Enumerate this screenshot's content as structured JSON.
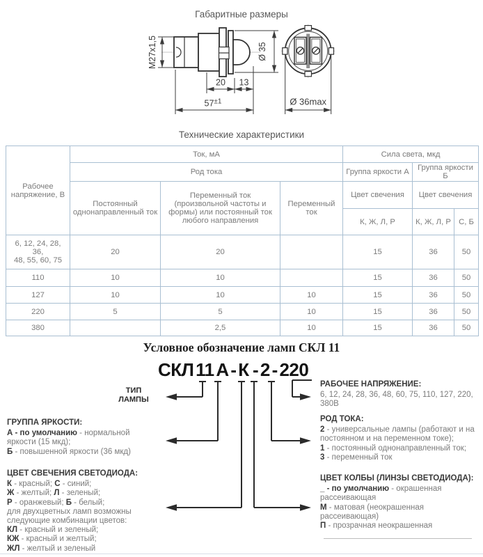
{
  "headings": {
    "dimensions": "Габаритные размеры",
    "specs": "Технические характеристики",
    "designation": "Условное обозначение ламп СКЛ 11"
  },
  "drawing": {
    "thread": "М27х1,5",
    "dia35": "Ø 35",
    "dim20": "20",
    "dim13": "13",
    "dim57": "57",
    "dim57_tol": "±1",
    "dia36": "Ø 36max"
  },
  "table": {
    "col_voltage": "Рабочее напряжение, В",
    "grp_current": "Ток, мА",
    "grp_intensity": "Сила света, мкд",
    "rod_toka": "Род тока",
    "grp_a": "Группа яркости А",
    "grp_b": "Группа яркости Б",
    "dc": "Постоянный однонаправленный ток",
    "ac_any": "Переменный ток (произвольной частоты и формы) или постоянный ток любого направления",
    "ac": "Переменный ток",
    "color_a": "Цвет свечения",
    "color_b": "Цвет свечения",
    "colors_kjlr_a": "К, Ж, Л, Р",
    "colors_kjlr_b": "К, Ж, Л, Р",
    "colors_sb": "С, Б",
    "rows": [
      [
        "6, 12, 24, 28,\n36,\n48, 55, 60, 75",
        "20",
        "20",
        "",
        "15",
        "36",
        "50"
      ],
      [
        "110",
        "10",
        "10",
        "",
        "15",
        "36",
        "50"
      ],
      [
        "127",
        "10",
        "10",
        "10",
        "15",
        "36",
        "50"
      ],
      [
        "220",
        "5",
        "5",
        "10",
        "15",
        "36",
        "50"
      ],
      [
        "380",
        "",
        "2,5",
        "10",
        "15",
        "36",
        "50"
      ]
    ]
  },
  "designation": {
    "code": "СКЛ 11 А - К  - 2 - 220",
    "type_label": "ТИП\nЛАМПЫ"
  },
  "legend_left": [
    {
      "heading": "ГРУППА ЯРКОСТИ:",
      "lines": [
        [
          {
            "t": "А - по умолчанию",
            "b": true
          },
          {
            "t": " - нормальной",
            "b": false
          }
        ],
        [
          {
            "t": "яркости (15 мкд);",
            "b": false
          }
        ],
        [
          {
            "t": "Б",
            "b": true
          },
          {
            "t": " - повышенной яркости (36 мкд)",
            "b": false
          }
        ]
      ]
    },
    {
      "heading": "ЦВЕТ СВЕЧЕНИЯ СВЕТОДИОДА:",
      "lines": [
        [
          {
            "t": "К",
            "b": true
          },
          {
            "t": " - красный; ",
            "b": false
          },
          {
            "t": "С",
            "b": true
          },
          {
            "t": " - синий;",
            "b": false
          }
        ],
        [
          {
            "t": "Ж",
            "b": true
          },
          {
            "t": " - желтый; ",
            "b": false
          },
          {
            "t": "Л",
            "b": true
          },
          {
            "t": " - зеленый;",
            "b": false
          }
        ],
        [
          {
            "t": "Р",
            "b": true
          },
          {
            "t": " - оранжевый; ",
            "b": false
          },
          {
            "t": "Б",
            "b": true
          },
          {
            "t": " - белый;",
            "b": false
          }
        ],
        [
          {
            "t": "для двухцветных ламп возможны",
            "b": false
          }
        ],
        [
          {
            "t": "следующие комбинации цветов:",
            "b": false
          }
        ],
        [
          {
            "t": "КЛ",
            "b": true
          },
          {
            "t": " - красный и зеленый;",
            "b": false
          }
        ],
        [
          {
            "t": "КЖ",
            "b": true
          },
          {
            "t": " - красный и желтый;",
            "b": false
          }
        ],
        [
          {
            "t": "ЖЛ",
            "b": true
          },
          {
            "t": " - желтый и зеленый",
            "b": false
          }
        ]
      ]
    }
  ],
  "legend_right": [
    {
      "heading": "РАБОЧЕЕ НАПРЯЖЕНИЕ:",
      "lines": [
        [
          {
            "t": "6, 12, 24, 28, 36, 48, 60, 75, 110, 127, 220,",
            "b": false
          }
        ],
        [
          {
            "t": "380В",
            "b": false
          }
        ]
      ]
    },
    {
      "heading": "РОД ТОКА:",
      "lines": [
        [
          {
            "t": "2",
            "b": true
          },
          {
            "t": " - универсальные лампы (работают и на",
            "b": false
          }
        ],
        [
          {
            "t": "постоянном и на переменном токе);",
            "b": false
          }
        ],
        [
          {
            "t": "1",
            "b": true
          },
          {
            "t": " - постоянный однонаправленный ток;",
            "b": false
          }
        ],
        [
          {
            "t": "3",
            "b": true
          },
          {
            "t": " - переменный ток",
            "b": false
          }
        ]
      ]
    },
    {
      "heading": "ЦВЕТ КОЛБЫ (ЛИНЗЫ СВЕТОДИОДА):",
      "lines": [
        [
          {
            "t": "_ - по умолчанию",
            "b": true
          },
          {
            "t": " - окрашенная",
            "b": false
          }
        ],
        [
          {
            "t": "рассеивающая",
            "b": false
          }
        ],
        [
          {
            "t": "М",
            "b": true
          },
          {
            "t": " - матовая (неокрашенная",
            "b": false
          }
        ],
        [
          {
            "t": "рассеивающая)",
            "b": false
          }
        ],
        [
          {
            "t": "П",
            "b": true
          },
          {
            "t": " - прозрачная неокрашенная",
            "b": false
          }
        ]
      ]
    }
  ]
}
